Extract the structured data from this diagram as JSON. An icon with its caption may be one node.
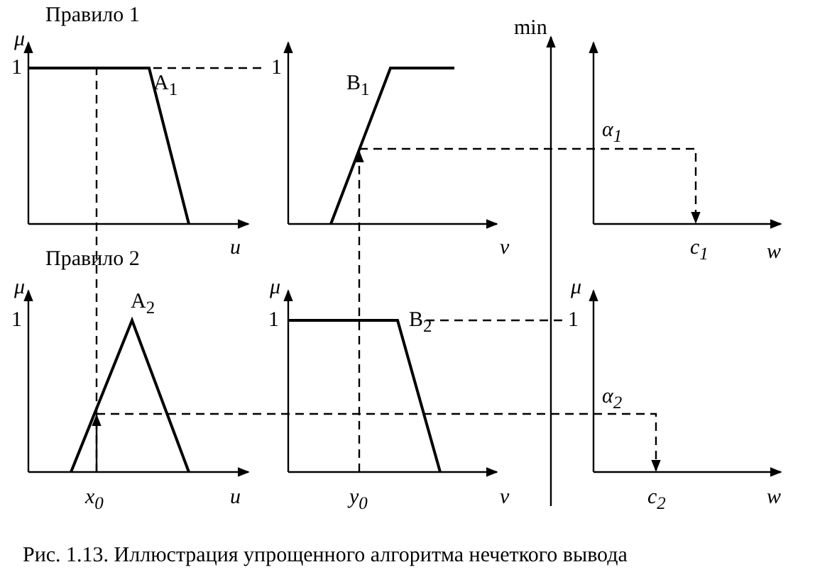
{
  "diagram": {
    "caption": "Рис. 1.13. Иллюстрация упрощенного алгоритма нечеткого вывода",
    "labels": [
      "Правило 1",
      "μ",
      "1",
      "A$_{1}$",
      "1",
      "B$_{1}$",
      "min",
      "α$_{1}$",
      "u",
      "v",
      "c$_{1}$",
      "w",
      "Правило 2",
      "μ",
      "1",
      "A$_{2}$",
      "μ",
      "1",
      "B$_{2}$",
      "μ",
      "1",
      "α$_{2}$",
      "x$_{0}$",
      "u",
      "y$_{0}$",
      "v",
      "c$_{2}$",
      "w"
    ]
  }
}
